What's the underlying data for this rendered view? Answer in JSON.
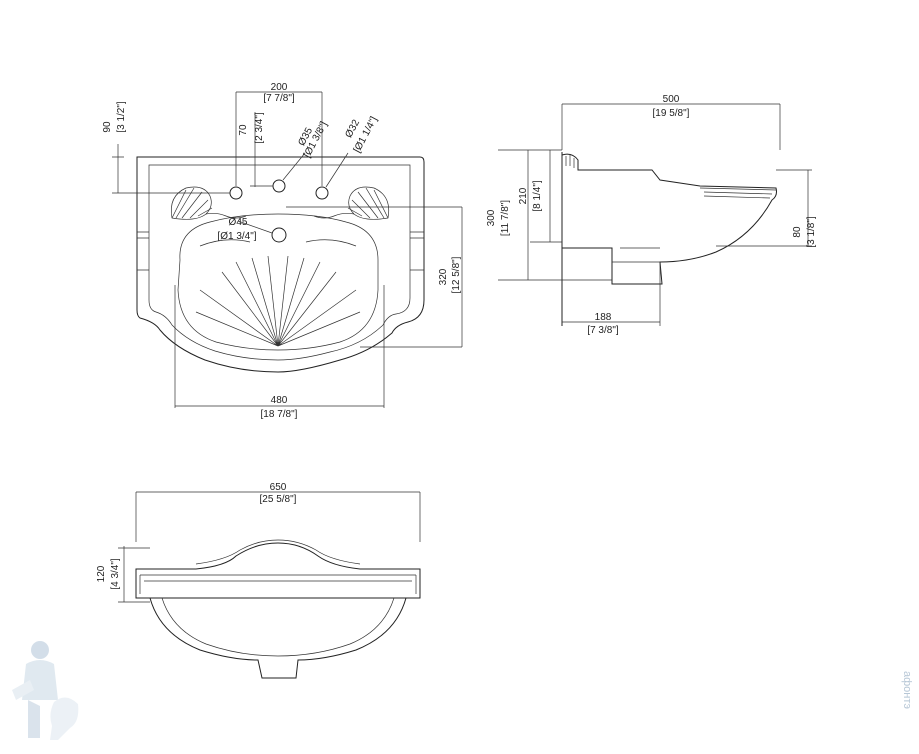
{
  "top_view": {
    "dim_200": "200",
    "dim_200_in": "[7 7/8\"]",
    "dim_90": "90",
    "dim_90_in": "[3 1/2\"]",
    "dim_70": "70",
    "dim_70_in": "[2 3/4\"]",
    "dim_d35": "Ø35",
    "dim_d35_in": "[Ø1 3/8\"]",
    "dim_d32": "Ø32",
    "dim_d32_in": "[Ø1 1/4\"]",
    "dim_d45": "Ø45",
    "dim_d45_in": "[Ø1 3/4\"]",
    "dim_320": "320",
    "dim_320_in": "[12 5/8\"]",
    "dim_480": "480",
    "dim_480_in": "[18 7/8\"]"
  },
  "side_view": {
    "dim_500": "500",
    "dim_500_in": "[19 5/8\"]",
    "dim_300": "300",
    "dim_300_in": "[11 7/8\"]",
    "dim_210": "210",
    "dim_210_in": "[8 1/4\"]",
    "dim_80": "80",
    "dim_80_in": "[3 1/8\"]",
    "dim_188": "188",
    "dim_188_in": "[7 3/8\"]"
  },
  "front_view": {
    "dim_650": "650",
    "dim_650_in": "[25 5/8\"]",
    "dim_120": "120",
    "dim_120_in": "[4 3/4\"]"
  },
  "watermark": {
    "text": "афонтэ"
  }
}
